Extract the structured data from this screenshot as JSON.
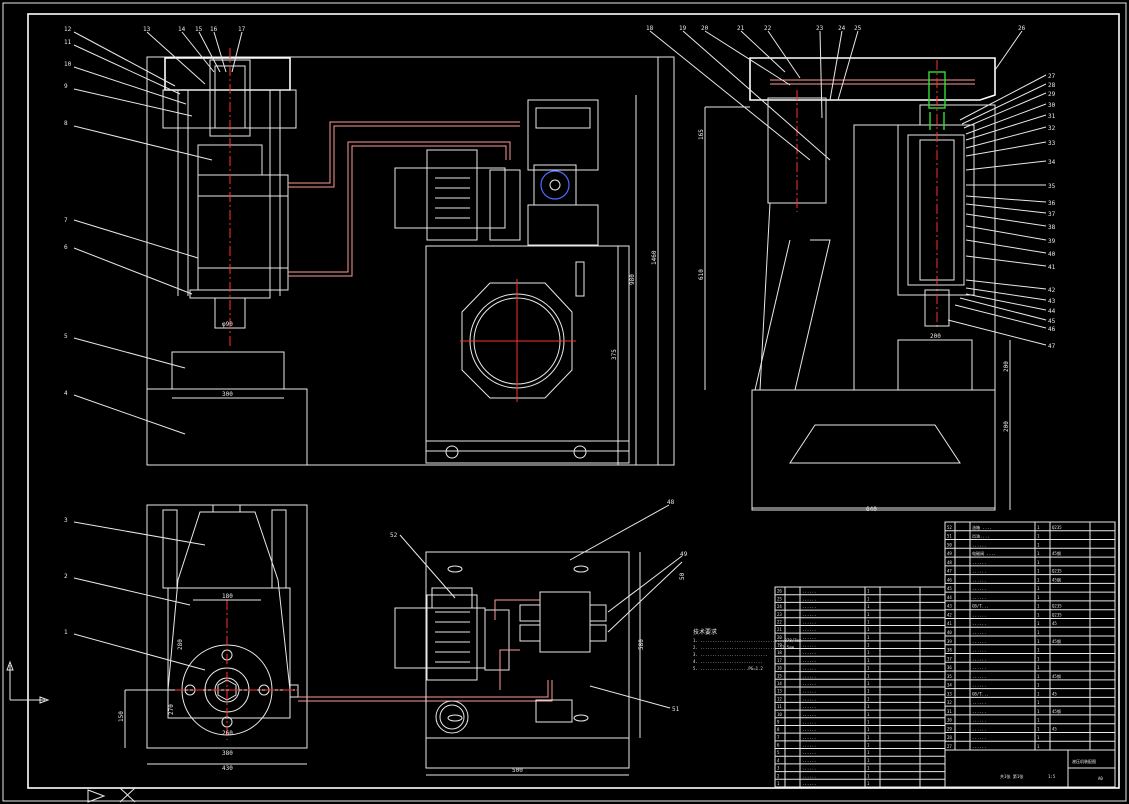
{
  "colors": {
    "background": "#000000",
    "lines": "#e8e8e8",
    "centerlines": "#ff3030",
    "piping": "#ff9a9a",
    "highlight_green": "#33dd33",
    "highlight_blue": "#4a6dff"
  },
  "balloons_front": [
    "12",
    "11",
    "10",
    "9",
    "8",
    "7",
    "6",
    "5",
    "4",
    "13",
    "14",
    "15",
    "16",
    "17"
  ],
  "balloons_side": [
    "18",
    "19",
    "20",
    "21",
    "22",
    "23",
    "24",
    "25",
    "26",
    "27",
    "28",
    "29",
    "30",
    "31",
    "32",
    "33",
    "34",
    "35",
    "36",
    "37",
    "38",
    "39",
    "40",
    "41",
    "42",
    "43",
    "44",
    "45",
    "46",
    "47"
  ],
  "balloons_bottom_left": [
    "3",
    "2",
    "1"
  ],
  "balloons_bottom_mid": [
    "52",
    "48",
    "49",
    "50",
    "51"
  ],
  "dimensions": {
    "front_width": "300",
    "front_cyl": "φ90",
    "front_height_a": "1460",
    "front_height_b": "980",
    "front_height_c": "375",
    "side_top": "165",
    "side_mid": "610",
    "side_r1": "200",
    "side_r2": "200",
    "side_bottom": "640",
    "side_piston": "200",
    "bl_top": "180",
    "bl_mid": "280",
    "bl_low": "260",
    "bl_width": "380",
    "bl_total": "430",
    "bl_v1": "150",
    "bl_v2": "270",
    "bm_width": "500",
    "bm_height": "580"
  },
  "notes": {
    "heading": "技术要求",
    "lines": [
      "1. ...................................378/7mm",
      "2. .................................12.5mm",
      "3. ............................",
      "4. ..........................",
      "5. ....................PG=1.2"
    ]
  },
  "title_block": {
    "drawing_name": "液压机装配图",
    "drawing_no": "A0",
    "scale_label": "1:5",
    "sheet": "共1张 第1张"
  },
  "bom_right": [
    [
      "52",
      "",
      "油箱 ....",
      "1",
      "Q235",
      ""
    ],
    [
      "51",
      "",
      "出油....",
      "1",
      "",
      ""
    ],
    [
      "50",
      "",
      "......",
      "1",
      "",
      ""
    ],
    [
      "49",
      "",
      "电磁阀 ....",
      "1",
      "45钢",
      ""
    ],
    [
      "48",
      "",
      "......",
      "1",
      "",
      ""
    ],
    [
      "47",
      "",
      "......",
      "1",
      "Q235",
      ""
    ],
    [
      "46",
      "",
      "......",
      "1",
      "45钢",
      ""
    ],
    [
      "45",
      "",
      "......",
      "1",
      "",
      ""
    ],
    [
      "44",
      "",
      "......",
      "1",
      "",
      ""
    ],
    [
      "43",
      "",
      "GB/T...",
      "1",
      "Q235",
      ""
    ],
    [
      "42",
      "",
      "......",
      "1",
      "Q235",
      ""
    ],
    [
      "41",
      "",
      "......",
      "1",
      "45",
      ""
    ],
    [
      "40",
      "",
      "......",
      "1",
      "",
      ""
    ],
    [
      "39",
      "",
      "......",
      "1",
      "45钢",
      ""
    ],
    [
      "38",
      "",
      "......",
      "1",
      "",
      ""
    ],
    [
      "37",
      "",
      "......",
      "1",
      "",
      ""
    ],
    [
      "36",
      "",
      "......",
      "1",
      "",
      ""
    ],
    [
      "35",
      "",
      "......",
      "1",
      "45钢",
      ""
    ],
    [
      "34",
      "",
      "......",
      "1",
      "",
      ""
    ],
    [
      "33",
      "",
      "GB/T...",
      "1",
      "45",
      ""
    ],
    [
      "32",
      "",
      "......",
      "1",
      "",
      ""
    ],
    [
      "31",
      "",
      "......",
      "1",
      "45钢",
      ""
    ],
    [
      "30",
      "",
      "......",
      "1",
      "",
      ""
    ],
    [
      "29",
      "",
      "......",
      "1",
      "45",
      ""
    ],
    [
      "28",
      "",
      "......",
      "1",
      "",
      ""
    ],
    [
      "27",
      "",
      "......",
      "1",
      "",
      ""
    ]
  ],
  "bom_left": [
    [
      "26",
      "",
      "......",
      "1",
      "",
      ""
    ],
    [
      "25",
      "",
      "......",
      "1",
      "",
      ""
    ],
    [
      "24",
      "",
      "......",
      "1",
      "",
      ""
    ],
    [
      "23",
      "",
      "......",
      "1",
      "",
      ""
    ],
    [
      "22",
      "",
      "......",
      "1",
      "",
      ""
    ],
    [
      "21",
      "",
      "......",
      "1",
      "",
      ""
    ],
    [
      "20",
      "",
      "......",
      "1",
      "",
      ""
    ],
    [
      "19",
      "",
      "......",
      "1",
      "",
      ""
    ],
    [
      "18",
      "",
      "......",
      "1",
      "",
      ""
    ],
    [
      "17",
      "",
      "......",
      "1",
      "",
      ""
    ],
    [
      "16",
      "",
      "......",
      "1",
      "",
      ""
    ],
    [
      "15",
      "",
      "......",
      "1",
      "",
      ""
    ],
    [
      "14",
      "",
      "......",
      "1",
      "",
      ""
    ],
    [
      "13",
      "",
      "......",
      "1",
      "",
      ""
    ],
    [
      "12",
      "",
      "......",
      "1",
      "",
      ""
    ],
    [
      "11",
      "",
      "......",
      "1",
      "",
      ""
    ],
    [
      "10",
      "",
      "......",
      "1",
      "",
      ""
    ],
    [
      "9",
      "",
      "......",
      "1",
      "",
      ""
    ],
    [
      "8",
      "",
      "......",
      "1",
      "",
      ""
    ],
    [
      "7",
      "",
      "......",
      "1",
      "",
      ""
    ],
    [
      "6",
      "",
      "......",
      "1",
      "",
      ""
    ],
    [
      "5",
      "",
      "......",
      "1",
      "",
      ""
    ],
    [
      "4",
      "",
      "......",
      "1",
      "",
      ""
    ],
    [
      "3",
      "",
      "......",
      "1",
      "",
      ""
    ],
    [
      "2",
      "",
      "......",
      "1",
      "",
      ""
    ],
    [
      "1",
      "",
      "......",
      "1",
      "",
      ""
    ]
  ]
}
